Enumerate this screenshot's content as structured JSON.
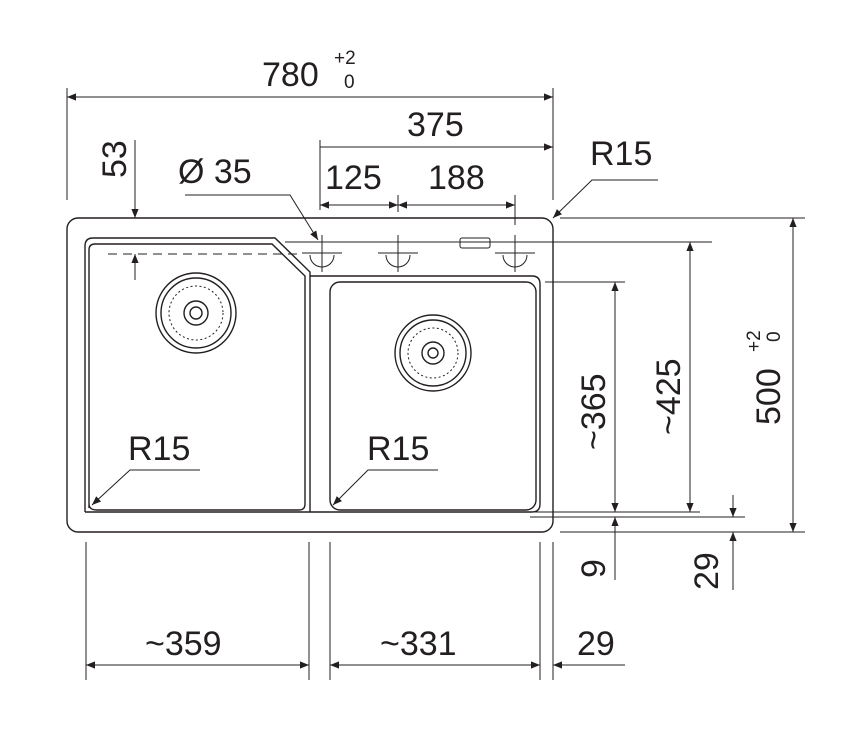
{
  "dimensions": {
    "total_width": {
      "value": "780",
      "tol_upper": "+2",
      "tol_lower": "0"
    },
    "faucet_span": "375",
    "hole_spacing_1": "125",
    "hole_spacing_2": "188",
    "edge_to_dash": "53",
    "hole_diameter": "Ø 35",
    "corner_radius_outer": "R15",
    "corner_radius_left_bowl": "R15",
    "corner_radius_right_bowl": "R15",
    "right_bowl_depth": "~365",
    "left_bowl_depth": "~425",
    "total_depth": {
      "value": "500",
      "tol_upper": "+2",
      "tol_lower": "0"
    },
    "bottom_gap_right": "9",
    "bottom_gap_left": "29",
    "left_bowl_width": "~359",
    "right_bowl_width": "~331",
    "right_rim": "29"
  }
}
